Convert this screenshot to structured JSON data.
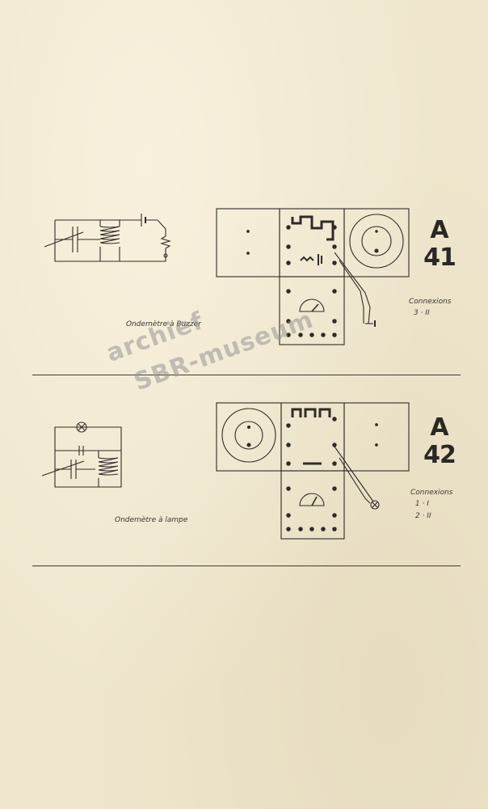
{
  "diagram_41": {
    "caption": "Ondemètre à Buzzer",
    "label_letter": "A",
    "label_number": "41",
    "connections_title": "Connexions",
    "connections": [
      "3 · II"
    ]
  },
  "diagram_42": {
    "caption": "Ondemètre à lampe",
    "label_letter": "A",
    "label_number": "42",
    "connections_title": "Connexions",
    "connections": [
      "1 · I",
      "2 · II"
    ]
  },
  "watermark": {
    "line1": "archief",
    "line2": "SBR-museum"
  },
  "colors": {
    "paper": "#efe6cd",
    "ink": "#2b2824",
    "watermark": "#969696"
  }
}
